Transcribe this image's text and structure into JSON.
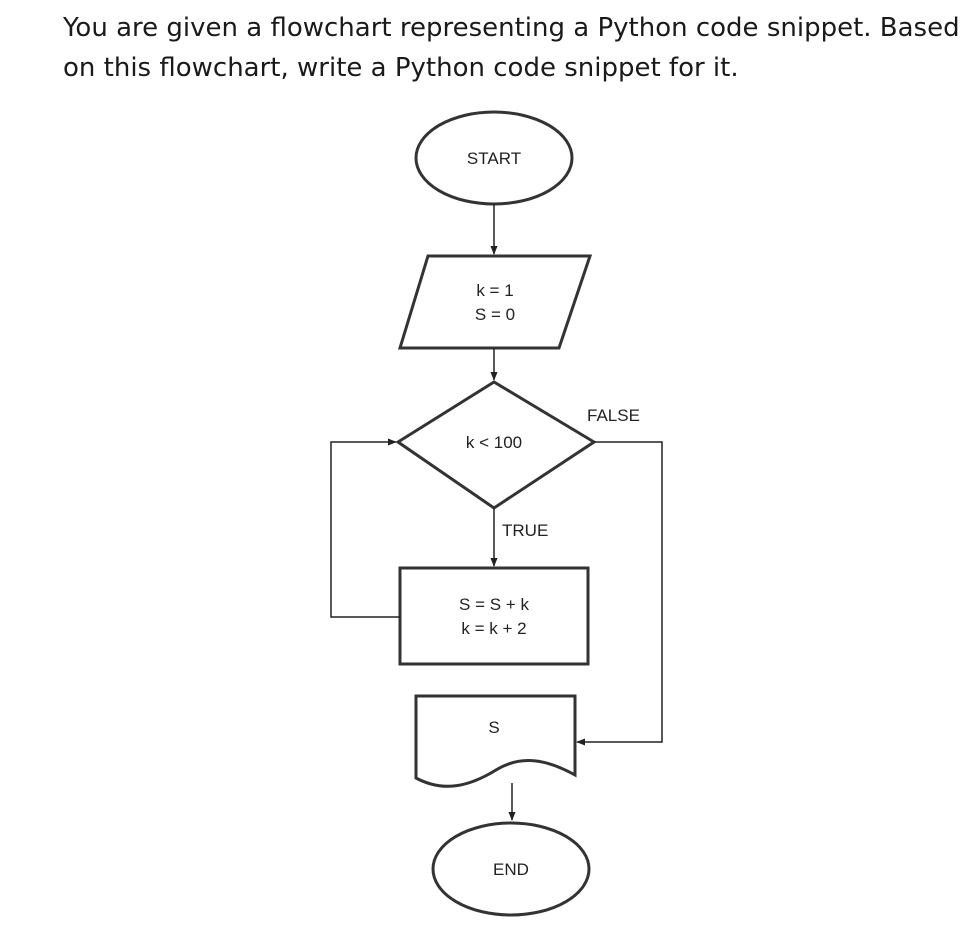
{
  "instruction": {
    "line1": "You are given a flowchart representing a Python code snippet. Based",
    "line2": "on this flowchart, write a Python code snippet for it."
  },
  "flowchart": {
    "start": "START",
    "init_line1": "k = 1",
    "init_line2": "S = 0",
    "condition": "k < 100",
    "false_label": "FALSE",
    "true_label": "TRUE",
    "process_line1": "S = S + k",
    "process_line2": "k = k + 2",
    "output": "S",
    "end": "END"
  }
}
